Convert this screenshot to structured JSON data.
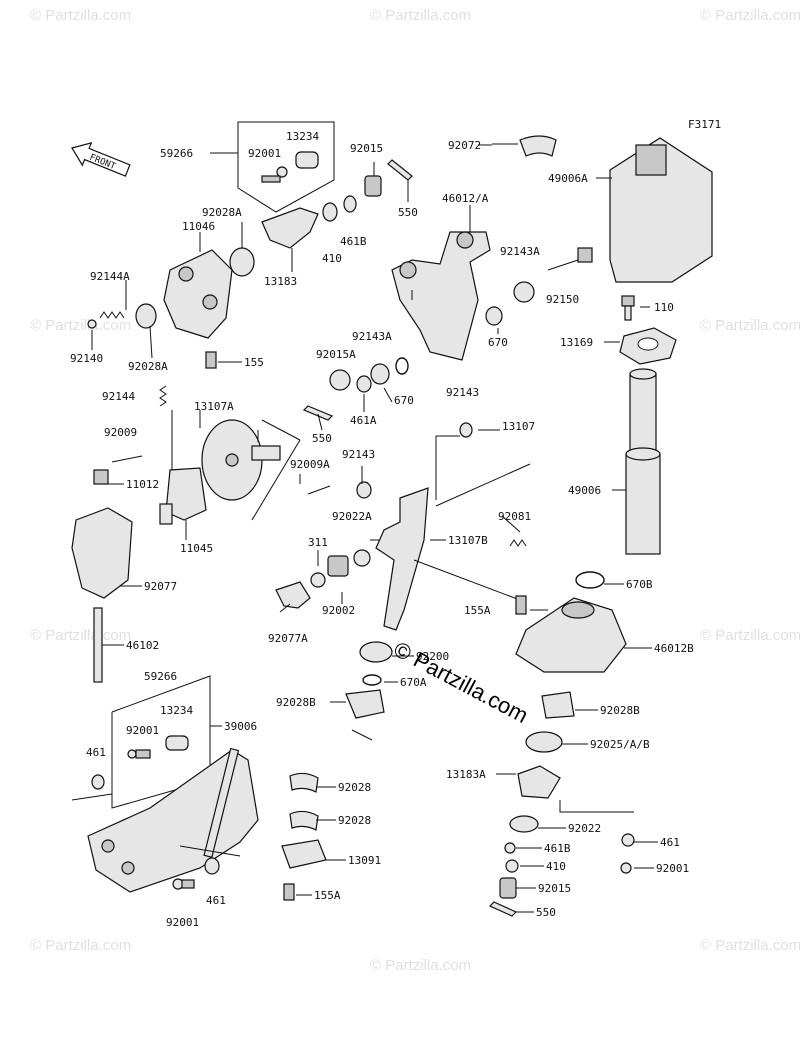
{
  "diagram_code": "F3171",
  "front_label": "FRONT",
  "watermark_main": "© Partzilla.com",
  "watermark_tile": "© Partzilla.com",
  "labels": {
    "l59266a": "59266",
    "l13234a": "13234",
    "l92001a": "92001",
    "l92015a": "92015",
    "l92072": "92072",
    "l49006a": "49006A",
    "l92028a_top": "92028A",
    "l11046": "11046",
    "l550a": "550",
    "l46012a": "46012/A",
    "l410a": "410",
    "l461b_top": "461B",
    "l13183": "13183",
    "l92143a_r": "92143A",
    "l92150": "92150",
    "l110": "110",
    "l92144a": "92144A",
    "l92140": "92140",
    "l92028a_low": "92028A",
    "l155": "155",
    "l92143a_m": "92143A",
    "l92015a_m": "92015A",
    "l670a_m": "670",
    "l670_r": "670",
    "l13169": "13169",
    "l92144": "92144",
    "l13107a": "13107A",
    "l461a": "461A",
    "l92143_m": "92143",
    "l550b": "550",
    "l92009": "92009",
    "l92009a": "92009A",
    "l92143_l": "92143",
    "l13107": "13107",
    "l11012": "11012",
    "l49006": "49006",
    "l92022a": "92022A",
    "l92081": "92081",
    "l11045": "11045",
    "l13107b": "13107B",
    "l311": "311",
    "l92077": "92077",
    "l92002": "92002",
    "l670b": "670B",
    "l155a_r": "155A",
    "l46012b": "46012B",
    "l92077a": "92077A",
    "l46102": "46102",
    "l92200": "92200",
    "l670a": "670A",
    "l59266b": "59266",
    "l92028b_l": "92028B",
    "l92028b_r": "92028B",
    "l13234b": "13234",
    "l39006": "39006",
    "l92001b": "92001",
    "l461_l": "461",
    "l92025": "92025/A/B",
    "l13183a": "13183A",
    "l92028_1": "92028",
    "l92028_2": "92028",
    "l92022": "92022",
    "l461_r": "461",
    "l461b_bot": "461B",
    "l92001c": "92001",
    "l13091": "13091",
    "l410b": "410",
    "l92015b": "92015",
    "l155a_b": "155A",
    "l550c": "550",
    "l92001d": "92001",
    "l461_b": "461"
  }
}
